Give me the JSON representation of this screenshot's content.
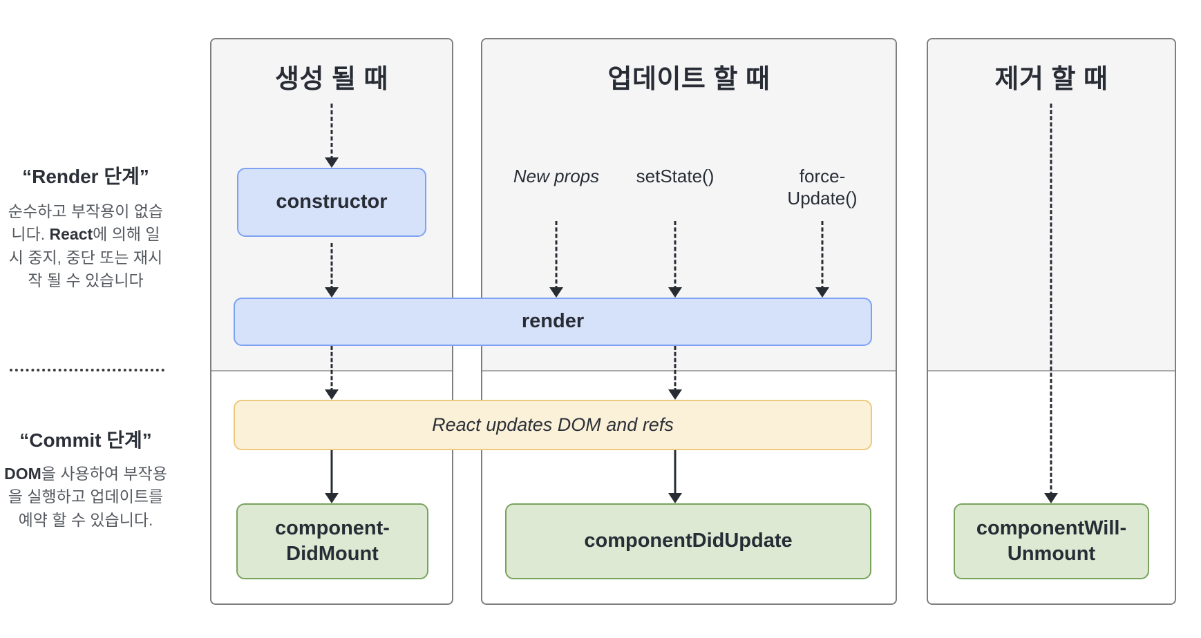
{
  "diagram_title": "React lifecycle methods diagram (Korean)",
  "sidebar": {
    "render_phase": {
      "title": "“Render 단계”",
      "body": [
        "순수하고 부작용이 없습니다. ",
        "React",
        "에 의해 일시 중지, 중단 또는 재시작 될 수 있습니다"
      ]
    },
    "commit_phase": {
      "title": "“Commit 단계”",
      "body": [
        "",
        "DOM",
        "을 사용하여 부작용을 실행하고 업데이트를 예약 할 수 있습니다."
      ]
    }
  },
  "columns": [
    {
      "id": "mount",
      "title": "생성 될 때"
    },
    {
      "id": "update",
      "title": "업데이트 할 때"
    },
    {
      "id": "unmount",
      "title": "제거 할 때"
    }
  ],
  "triggers": {
    "new_props": "New props",
    "set_state": "setState()",
    "force_update": [
      "force-",
      "Update()"
    ]
  },
  "nodes": {
    "constructor": "constructor",
    "render": "render",
    "react_updates": "React updates DOM and refs",
    "component_did_mount": [
      "component-",
      "DidMount"
    ],
    "component_did_update": "componentDidUpdate",
    "component_will_unmount": [
      "componentWill-",
      "Unmount"
    ]
  },
  "colors": {
    "node_blue_fill": "#d6e1fa",
    "node_blue_border": "#7ea2f3",
    "node_green_fill": "#dde9d3",
    "node_green_border": "#78a35c",
    "node_yellow_fill": "#fbf1d8",
    "node_yellow_border": "#edc97d",
    "column_top_bg": "#f5f5f6",
    "column_border": "#7e7e80",
    "arrow": "#272b32",
    "text_dark": "#272c35",
    "text_gray": "#55595f"
  }
}
